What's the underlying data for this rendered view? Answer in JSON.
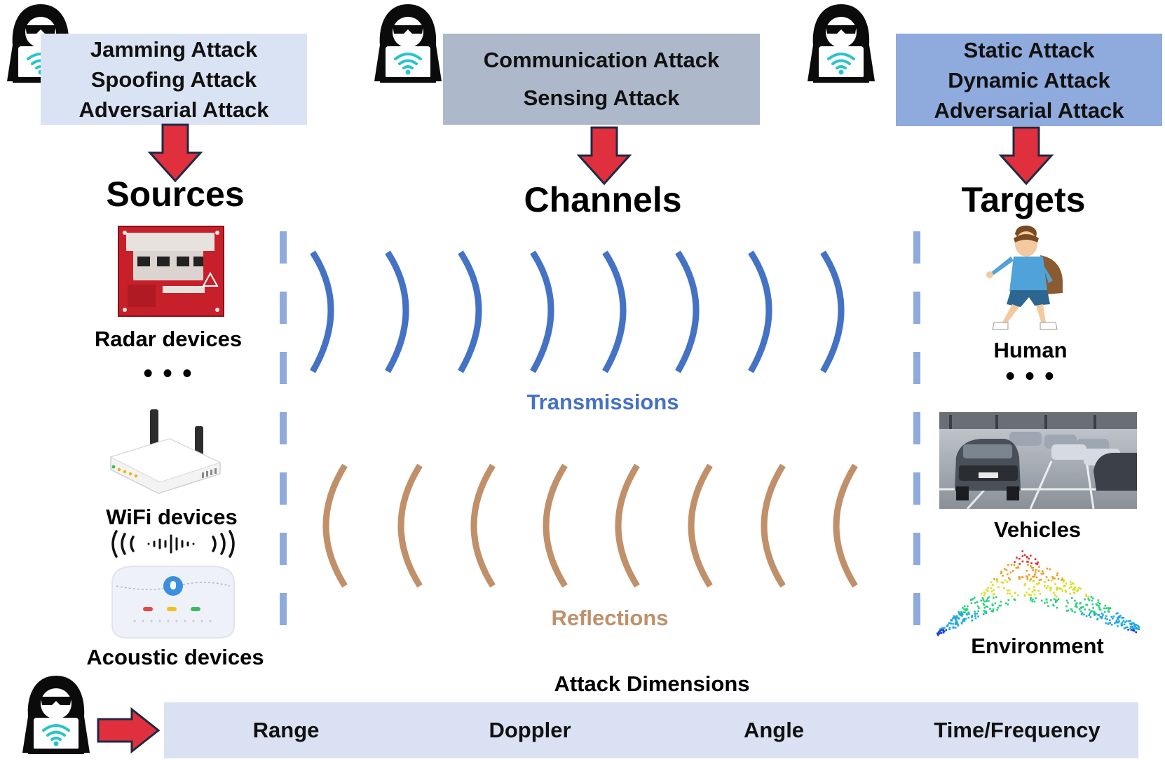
{
  "attack_groups": {
    "sources": [
      "Jamming Attack",
      "Spoofing Attack",
      "Adversarial Attack"
    ],
    "channels": [
      "Communication Attack",
      "Sensing Attack"
    ],
    "targets": [
      "Static Attack",
      "Dynamic Attack",
      "Adversarial Attack"
    ]
  },
  "headings": {
    "sources": "Sources",
    "channels": "Channels",
    "targets": "Targets"
  },
  "sources": {
    "items": [
      "Radar devices",
      "WiFi devices",
      "Acoustic devices"
    ],
    "ellipsis": "• • •"
  },
  "channels": {
    "transmissions": "Transmissions",
    "reflections": "Reflections"
  },
  "targets": {
    "items": [
      "Human",
      "Vehicles",
      "Environment"
    ],
    "ellipsis": "• • •"
  },
  "dimensions": {
    "title": "Attack Dimensions",
    "items": [
      "Range",
      "Doppler",
      "Angle",
      "Time/Frequency"
    ]
  },
  "colors": {
    "box_sources": "#dae3f3",
    "box_channels": "#adb9ca",
    "box_targets": "#8faadc",
    "dimension_bar": "#d9e1f2",
    "arrow_fill": "#e0303d",
    "transmission_wave": "#4472c4",
    "reflection_wave": "#c0906a",
    "divider": "#8faadc"
  },
  "icons": [
    "hacker-icon",
    "wifi-icon",
    "arrow-down-icon",
    "arrow-right-icon",
    "radar-board-icon",
    "router-icon",
    "speaker-icon",
    "person-icon",
    "car-icon",
    "pointcloud-icon"
  ]
}
